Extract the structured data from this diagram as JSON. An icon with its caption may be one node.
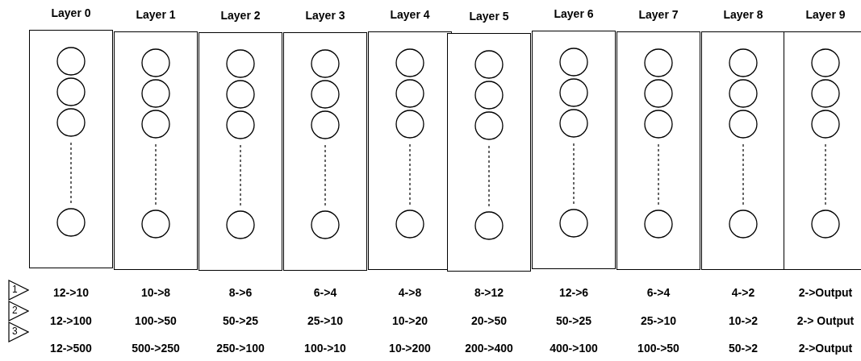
{
  "diagram": {
    "nodes": [
      {
        "text": [
          "Layer 0"
        ]
      },
      {
        "text": [
          "Layer 1"
        ]
      },
      {
        "text": [
          "Layer 2"
        ]
      },
      {
        "text": [
          "Layer 3"
        ]
      },
      {
        "text": [
          "Layer 4"
        ]
      },
      {
        "text": [
          "Layer 5"
        ]
      },
      {
        "text": [
          "Layer 6"
        ]
      },
      {
        "text": [
          "Layer 7"
        ]
      },
      {
        "text": [
          "Layer 8"
        ]
      },
      {
        "text": [
          "Layer 9"
        ]
      },
      {
        "text": [
          "1"
        ]
      },
      {
        "text": [
          "2"
        ]
      },
      {
        "text": [
          "3"
        ]
      }
    ],
    "edges": [],
    "labels": [
      "12->10",
      "10->8",
      "8->6",
      "6->4",
      "4->8",
      "8->12",
      "12->6",
      "6->4",
      "4->2",
      "2->Output",
      "12->100",
      "100->50",
      "50->25",
      "25->10",
      "10->20",
      "20->50",
      "50->25",
      "25->10",
      "10->2",
      "2-> Output",
      "12->500",
      "500->250",
      "250->100",
      "100->10",
      "10->200",
      "200->400",
      "400->100",
      "100->50",
      "50->2",
      "2->Output"
    ]
  }
}
